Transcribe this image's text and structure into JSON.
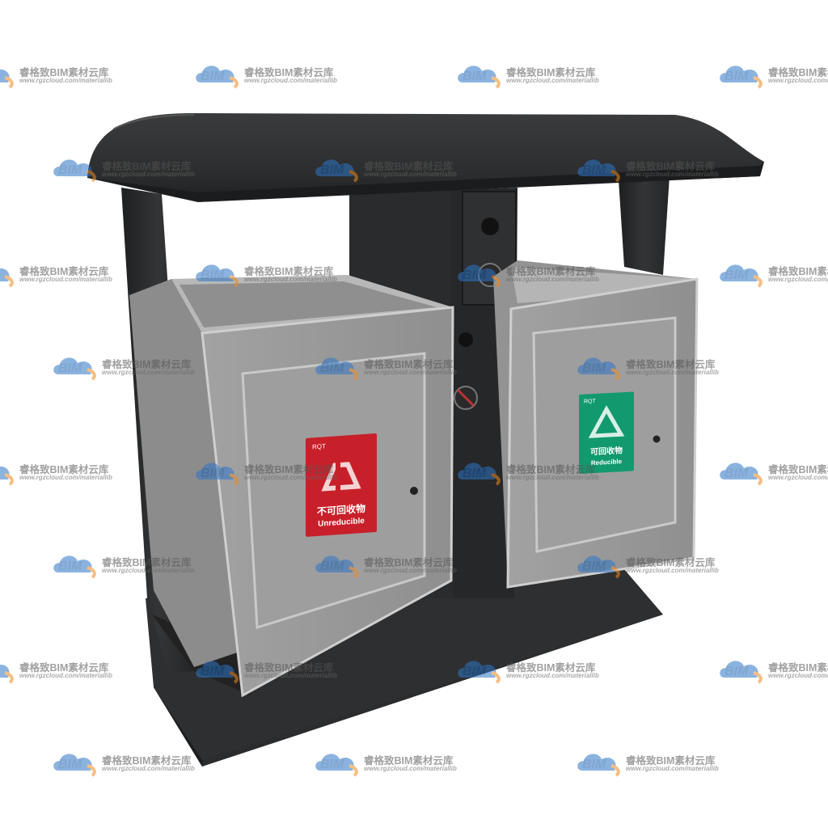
{
  "watermark": {
    "title": "睿格致BIM素材云库",
    "url": "www.rgzcloud.com/materiallib",
    "logo_text": "BIM"
  },
  "bin_left": {
    "label_code": "RQT",
    "label_cn": "不可回收物",
    "label_en": "Unreducible",
    "label_color": "#c8202a"
  },
  "bin_right": {
    "label_code": "RQT",
    "label_cn": "可回收物",
    "label_en": "Reducible",
    "label_color": "#129a6e"
  },
  "colors": {
    "frame": "#2a2b2c",
    "roof": "#303132",
    "panel": "#9a9a9a",
    "panel_edge": "#c9c9c9"
  }
}
